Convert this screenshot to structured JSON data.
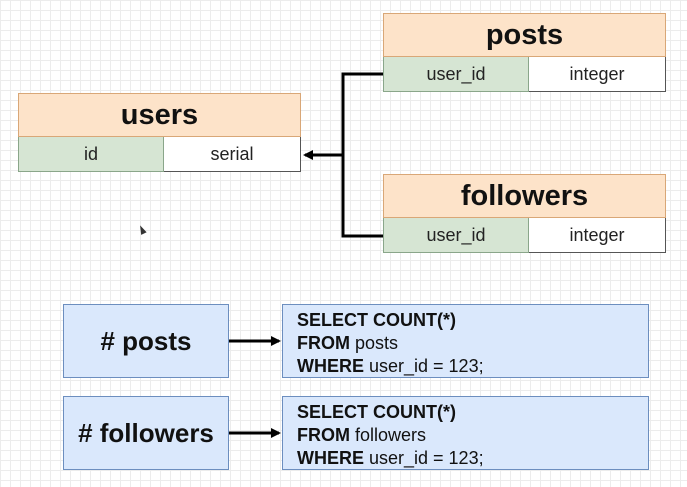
{
  "tables": {
    "users": {
      "title": "users",
      "column": "id",
      "type": "serial"
    },
    "posts": {
      "title": "posts",
      "column": "user_id",
      "type": "integer"
    },
    "followers": {
      "title": "followers",
      "column": "user_id",
      "type": "integer"
    }
  },
  "queries": [
    {
      "metric": "# posts",
      "line1_kw": "SELECT COUNT(*)",
      "line2_kw": "FROM",
      "line2_val": " posts",
      "line3_kw": "WHERE",
      "line3_val": " user_id = 123;"
    },
    {
      "metric": "# followers",
      "line1_kw": "SELECT COUNT(*)",
      "line2_kw": "FROM",
      "line2_val": " followers",
      "line3_kw": "WHERE",
      "line3_val": " user_id = 123;"
    }
  ],
  "colors": {
    "header_fill": "#fde3c9",
    "column_fill": "#d6e5d3",
    "query_fill": "#dae8fc",
    "connector": "#000000"
  }
}
